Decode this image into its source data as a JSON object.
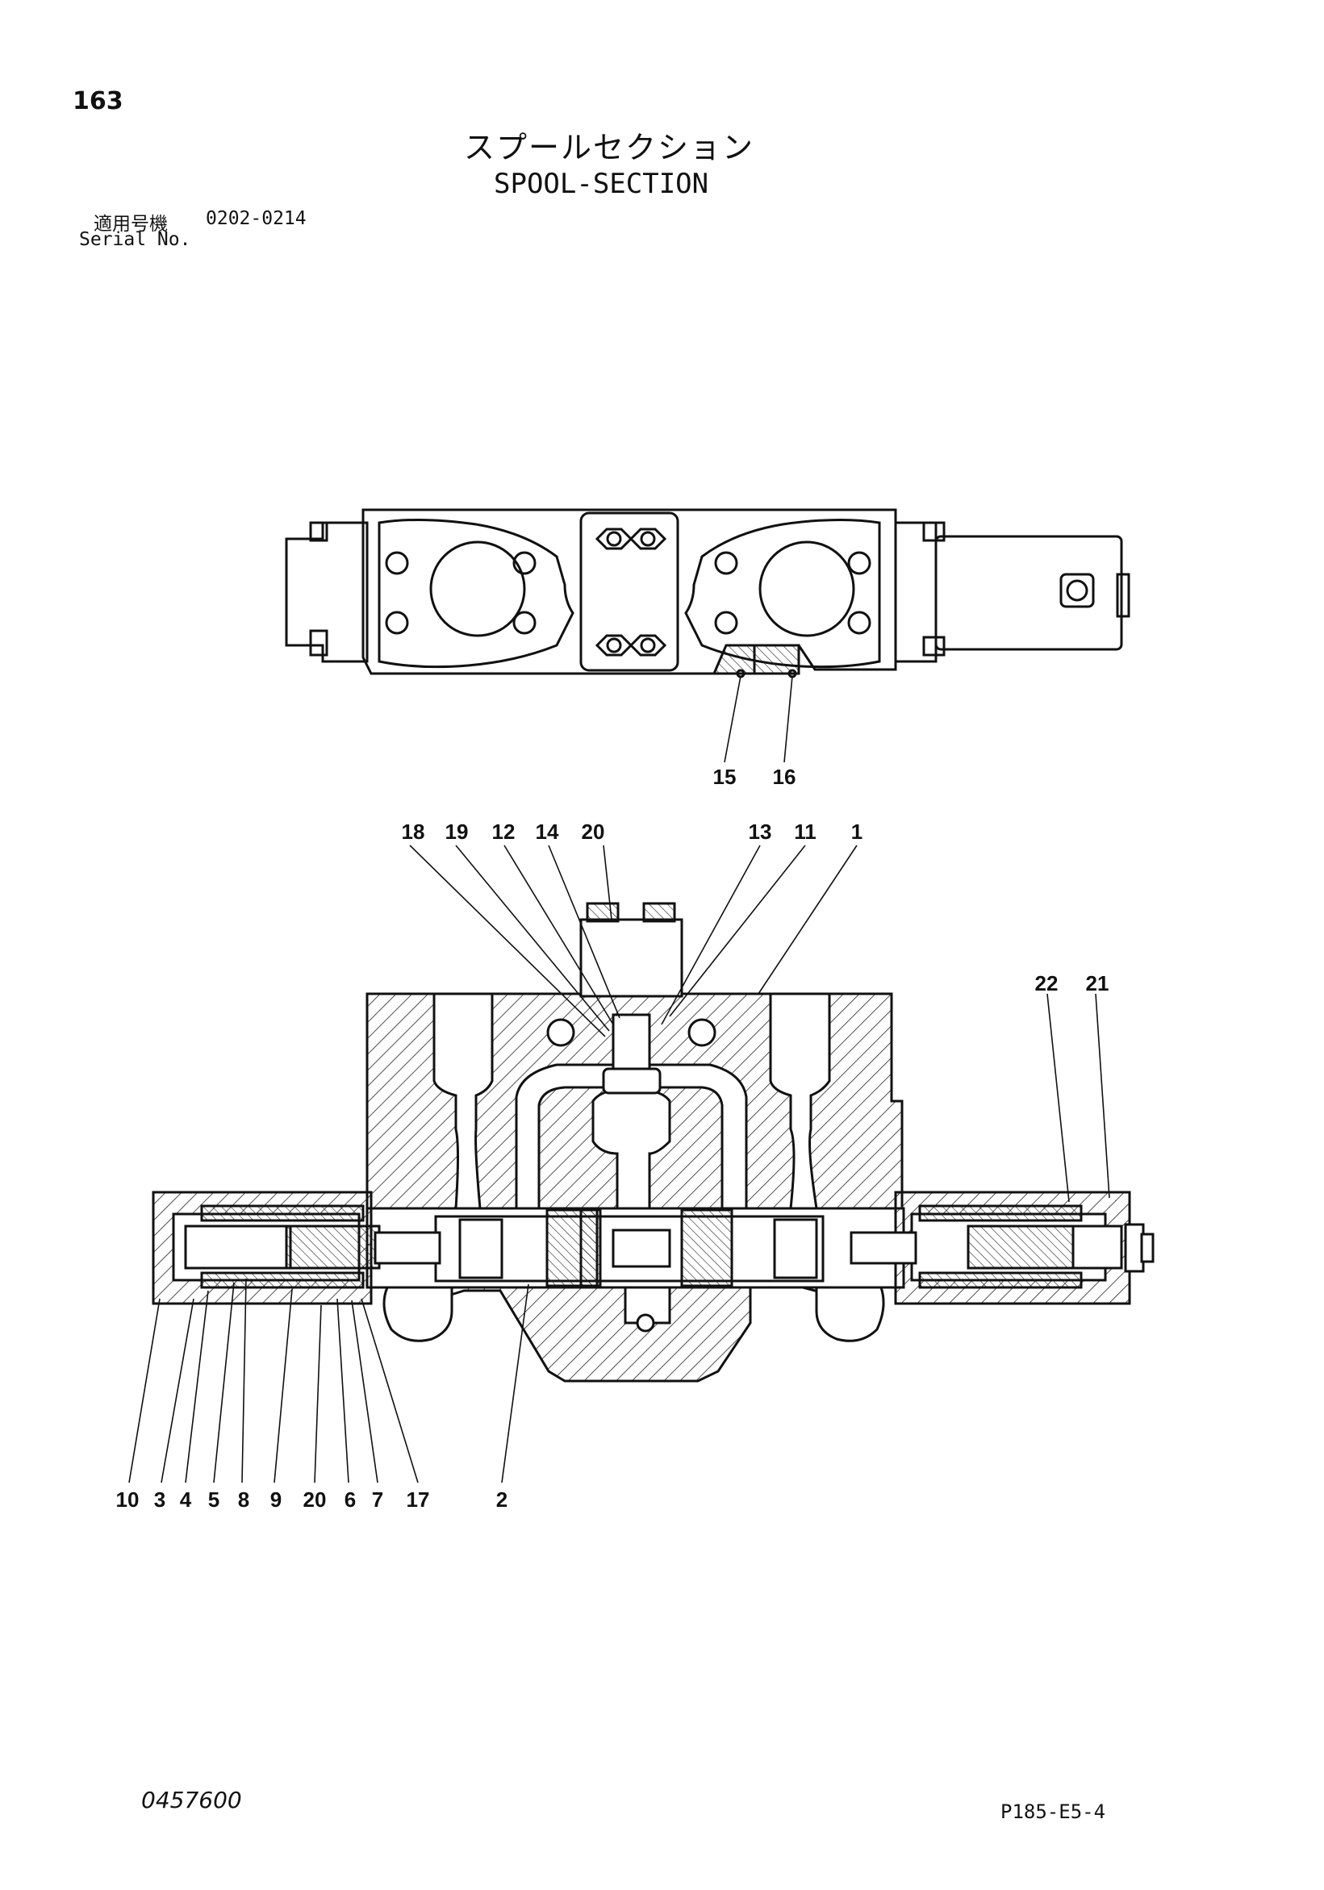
{
  "page_number": "163",
  "title_jp": "スプールセクション",
  "title_en": "SPOOL-SECTION",
  "serial": {
    "label_jp": "適用号機",
    "range": "0202-0214",
    "label_en": "Serial No."
  },
  "doc_code": "0457600",
  "page_ref": "P185-E5-4",
  "callouts": {
    "top_view": [
      "15",
      "16"
    ],
    "section_top": [
      "18",
      "19",
      "12",
      "14",
      "20",
      "13",
      "11",
      "1"
    ],
    "section_right": [
      "22",
      "21"
    ],
    "section_bottom": [
      "10",
      "3",
      "4",
      "5",
      "8",
      "9",
      "20",
      "6",
      "7",
      "17",
      "2"
    ]
  }
}
